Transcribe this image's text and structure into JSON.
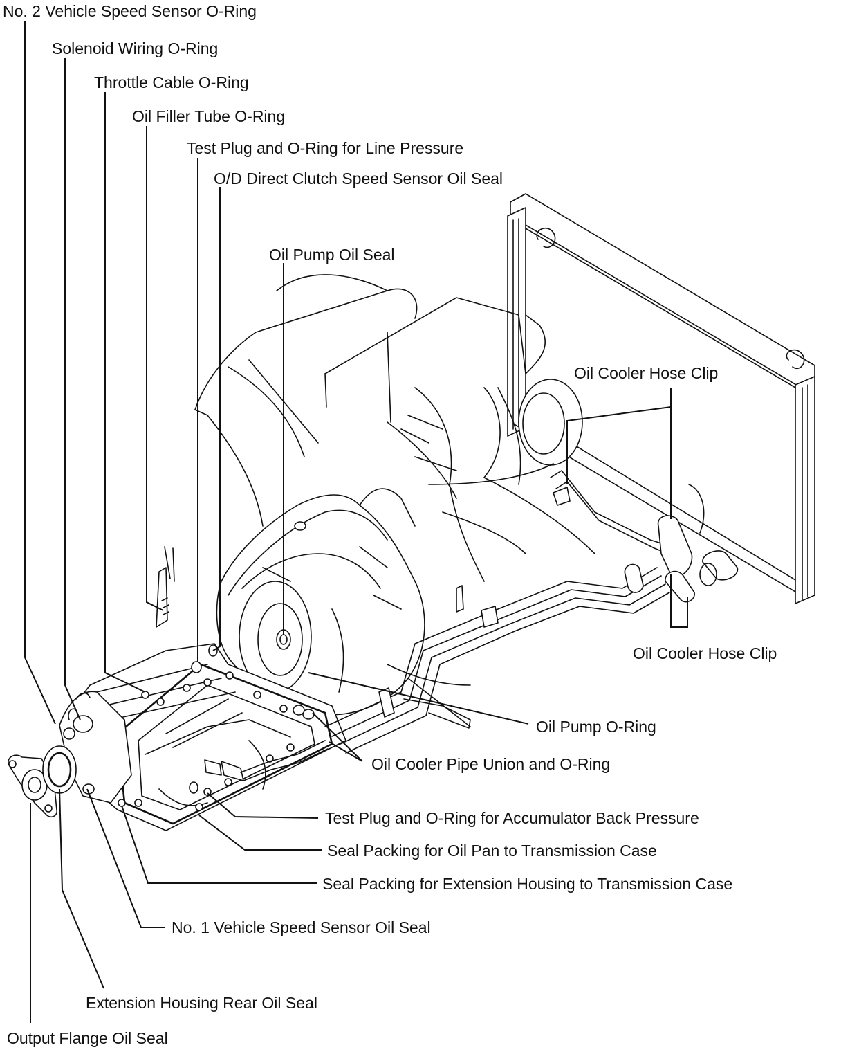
{
  "labels": {
    "no2_vehicle_speed_sensor_o_ring": "No. 2 Vehicle Speed Sensor O-Ring",
    "solenoid_wiring_o_ring": "Solenoid Wiring O-Ring",
    "throttle_cable_o_ring": "Throttle Cable O-Ring",
    "oil_filler_tube_o_ring": "Oil Filler Tube O-Ring",
    "test_plug_line_pressure": "Test Plug and O-Ring for Line Pressure",
    "od_direct_clutch_speed_sensor_oil_seal": "O/D Direct Clutch Speed Sensor Oil Seal",
    "oil_pump_oil_seal": "Oil Pump Oil Seal",
    "oil_cooler_hose_clip_upper": "Oil Cooler Hose Clip",
    "oil_cooler_hose_clip_lower": "Oil Cooler Hose Clip",
    "oil_pump_o_ring": "Oil Pump O-Ring",
    "oil_cooler_pipe_union_o_ring": "Oil Cooler Pipe Union and O-Ring",
    "test_plug_accumulator_back_pressure": "Test Plug and O-Ring for Accumulator Back Pressure",
    "seal_packing_oil_pan": "Seal Packing for Oil Pan to Transmission Case",
    "seal_packing_extension_housing": "Seal Packing for Extension Housing to Transmission Case",
    "no1_vehicle_speed_sensor_oil_seal": "No. 1 Vehicle Speed Sensor Oil Seal",
    "extension_housing_rear_oil_seal": "Extension Housing Rear Oil Seal",
    "output_flange_oil_seal": "Output Flange Oil Seal"
  }
}
